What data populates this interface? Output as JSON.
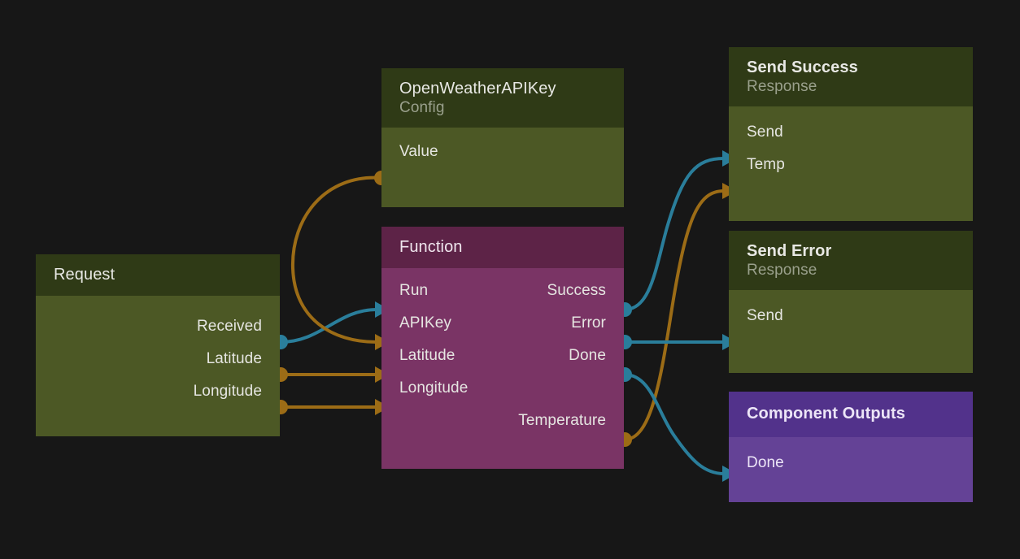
{
  "canvas": {
    "background": "#171717",
    "wire_colors": {
      "exec_teal": "#2a7e9b",
      "data_orange": "#9c6c16"
    }
  },
  "nodes": [
    {
      "id": "request",
      "title": "Request",
      "subtitle": "",
      "theme": "green",
      "colors": {
        "header": "#2f3a16",
        "body": "#4c5825"
      },
      "inputs": [],
      "outputs": [
        {
          "label": "Received",
          "kind": "exec",
          "color": "#2a7e9b"
        },
        {
          "label": "Latitude",
          "kind": "data",
          "color": "#9c6c16"
        },
        {
          "label": "Longitude",
          "kind": "data",
          "color": "#9c6c16"
        }
      ]
    },
    {
      "id": "openweatherapikey",
      "title": "OpenWeatherAPIKey",
      "subtitle": "Config",
      "theme": "green",
      "colors": {
        "header": "#2f3a16",
        "body": "#4c5825"
      },
      "inputs": [],
      "outputs": [
        {
          "label": "Value",
          "kind": "data",
          "color": "#9c6c16"
        }
      ]
    },
    {
      "id": "function",
      "title": "Function",
      "subtitle": "",
      "theme": "maroon",
      "colors": {
        "header": "#5d2347",
        "body": "#7a3465"
      },
      "inputs": [
        {
          "label": "Run",
          "kind": "exec",
          "color": "#2a7e9b"
        },
        {
          "label": "APIKey",
          "kind": "data",
          "color": "#9c6c16"
        },
        {
          "label": "Latitude",
          "kind": "data",
          "color": "#9c6c16"
        },
        {
          "label": "Longitude",
          "kind": "data",
          "color": "#9c6c16"
        }
      ],
      "outputs": [
        {
          "label": "Success",
          "kind": "exec",
          "color": "#2a7e9b"
        },
        {
          "label": "Error",
          "kind": "exec",
          "color": "#2a7e9b"
        },
        {
          "label": "Done",
          "kind": "exec",
          "color": "#2a7e9b"
        },
        {
          "label": "Temperature",
          "kind": "data",
          "color": "#9c6c16"
        }
      ]
    },
    {
      "id": "sendsuccess",
      "title": "Send Success",
      "subtitle": "Response",
      "theme": "green",
      "colors": {
        "header": "#2f3a16",
        "body": "#4c5825"
      },
      "inputs": [
        {
          "label": "Send",
          "kind": "exec",
          "color": "#2a7e9b"
        },
        {
          "label": "Temp",
          "kind": "data",
          "color": "#9c6c16"
        }
      ],
      "outputs": []
    },
    {
      "id": "senderror",
      "title": "Send Error",
      "subtitle": "Response",
      "theme": "green",
      "colors": {
        "header": "#2f3a16",
        "body": "#4c5825"
      },
      "inputs": [
        {
          "label": "Send",
          "kind": "exec",
          "color": "#2a7e9b"
        }
      ],
      "outputs": []
    },
    {
      "id": "componentoutputs",
      "title": "Component Outputs",
      "subtitle": "",
      "theme": "purple",
      "colors": {
        "header": "#52328b",
        "body": "#644296"
      },
      "inputs": [
        {
          "label": "Done",
          "kind": "exec",
          "color": "#2a7e9b"
        }
      ],
      "outputs": []
    }
  ],
  "connections": [
    {
      "from": "request.Received",
      "to": "function.Run",
      "kind": "exec"
    },
    {
      "from": "request.Latitude",
      "to": "function.Latitude",
      "kind": "data"
    },
    {
      "from": "request.Longitude",
      "to": "function.Longitude",
      "kind": "data"
    },
    {
      "from": "openweatherapikey.Value",
      "to": "function.APIKey",
      "kind": "data"
    },
    {
      "from": "function.Success",
      "to": "sendsuccess.Send",
      "kind": "exec"
    },
    {
      "from": "function.Temperature",
      "to": "sendsuccess.Temp",
      "kind": "data"
    },
    {
      "from": "function.Error",
      "to": "senderror.Send",
      "kind": "exec"
    },
    {
      "from": "function.Done",
      "to": "componentoutputs.Done",
      "kind": "exec"
    }
  ]
}
